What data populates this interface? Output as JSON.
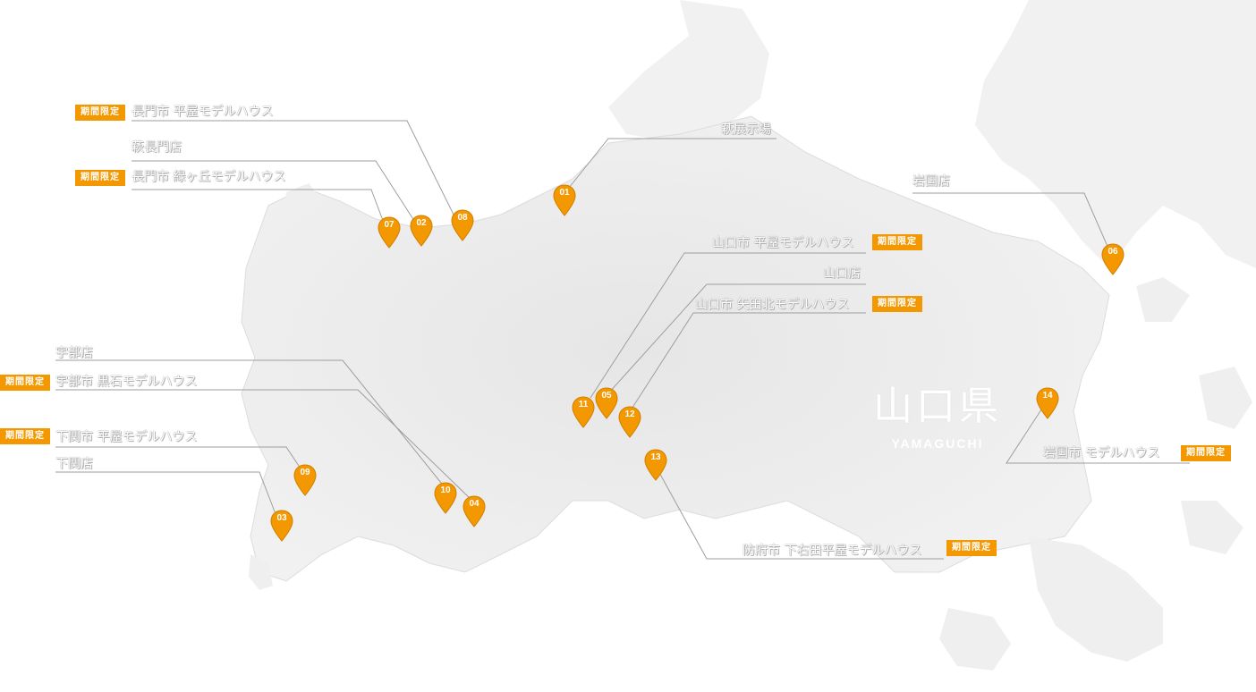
{
  "map": {
    "prefecture_name": "山口県",
    "prefecture_name_en": "YAMAGUCHI",
    "badge_text": "期間限定",
    "colors": {
      "accent": "#f39800",
      "land": "#ececec",
      "leader": "#9e9e9e"
    }
  },
  "pins": [
    {
      "num": "01"
    },
    {
      "num": "02"
    },
    {
      "num": "03"
    },
    {
      "num": "04"
    },
    {
      "num": "05"
    },
    {
      "num": "06"
    },
    {
      "num": "07"
    },
    {
      "num": "08"
    },
    {
      "num": "09"
    },
    {
      "num": "10"
    },
    {
      "num": "11"
    },
    {
      "num": "12"
    },
    {
      "num": "13"
    },
    {
      "num": "14"
    }
  ],
  "labels": [
    {
      "text": "長門市 平屋モデルハウス",
      "limited": true
    },
    {
      "text": "萩長門店",
      "limited": false
    },
    {
      "text": "長門市 緑ヶ丘モデルハウス",
      "limited": true
    },
    {
      "text": "萩展示場",
      "limited": false
    },
    {
      "text": "岩国店",
      "limited": false
    },
    {
      "text": "山口市 平屋モデルハウス",
      "limited": true
    },
    {
      "text": "山口店",
      "limited": false
    },
    {
      "text": "山口市 矢田北モデルハウス",
      "limited": true
    },
    {
      "text": "宇部店",
      "limited": false
    },
    {
      "text": "宇部市 黒石モデルハウス",
      "limited": true
    },
    {
      "text": "下関市 平屋モデルハウス",
      "limited": true
    },
    {
      "text": "下関店",
      "limited": false
    },
    {
      "text": "岩国市 モデルハウス",
      "limited": true
    },
    {
      "text": "防府市 下右田平屋モデルハウス",
      "limited": true
    }
  ]
}
